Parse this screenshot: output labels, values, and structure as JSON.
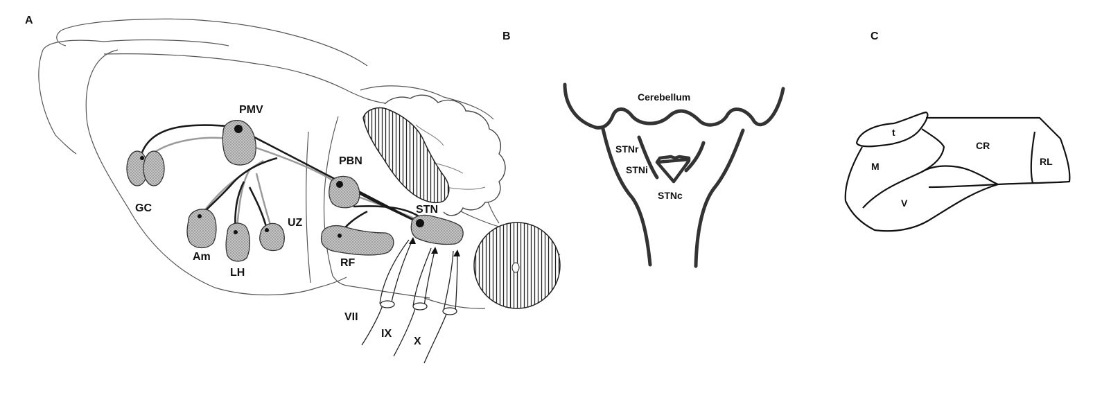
{
  "panels": {
    "a": {
      "label": "A",
      "regions": {
        "pmv": "PMV",
        "gc": "GC",
        "pbn": "PBN",
        "stn": "STN",
        "uz": "UZ",
        "am": "Am",
        "lh": "LH",
        "rf": "RF"
      },
      "nerves": {
        "vii": "VII",
        "ix": "IX",
        "x": "X"
      }
    },
    "b": {
      "label": "B",
      "cerebellum": "Cerebellum",
      "subdivisions": {
        "rostral": "STNr",
        "intermediate": "STNi",
        "caudal": "STNc"
      }
    },
    "c": {
      "label": "C",
      "subdivisions": {
        "t": "t",
        "cr": "CR",
        "m": "M",
        "rl": "RL",
        "v": "V"
      }
    }
  },
  "colors": {
    "line": "#1a1a1a",
    "outline": "#555555",
    "region_fill": "#bdbdbd",
    "background": "#ffffff"
  }
}
